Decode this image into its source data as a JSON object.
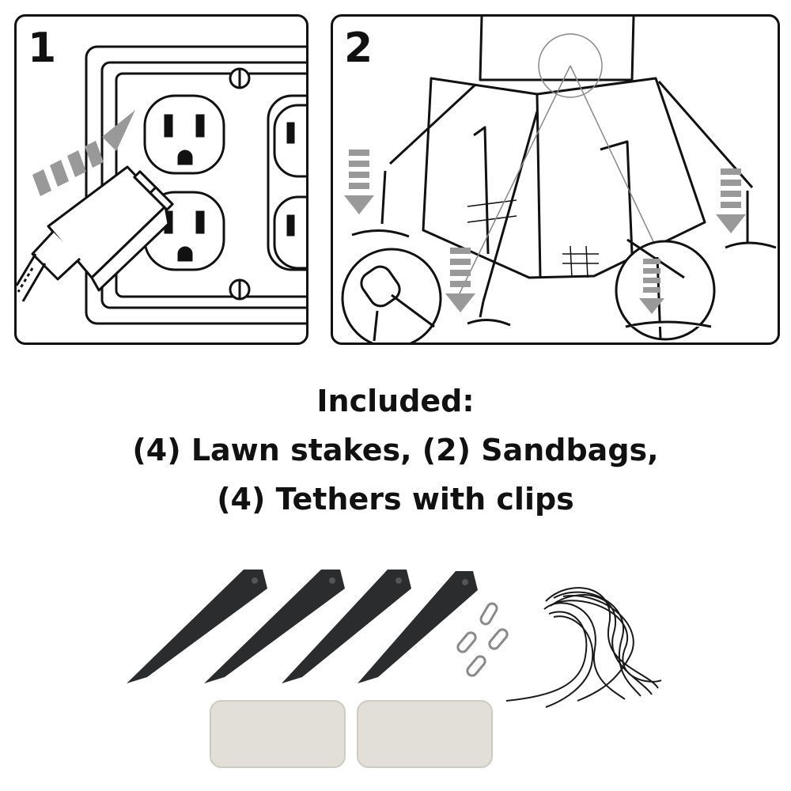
{
  "steps": [
    {
      "number": "1"
    },
    {
      "number": "2"
    }
  ],
  "caption": {
    "line1": "Included:",
    "line2": "(4) Lawn stakes, (2) Sandbags,",
    "line3": "(4) Tethers with clips"
  },
  "included_items": [
    {
      "item": "lawn-stake",
      "count": 4
    },
    {
      "item": "sandbag",
      "count": 2
    },
    {
      "item": "tether-with-clip",
      "count": 4
    }
  ],
  "colors": {
    "ink": "#111111",
    "arrow": "#999999",
    "stake": "#2a2c2e",
    "sandbag": "#e2dfd8",
    "background": "#ffffff"
  }
}
